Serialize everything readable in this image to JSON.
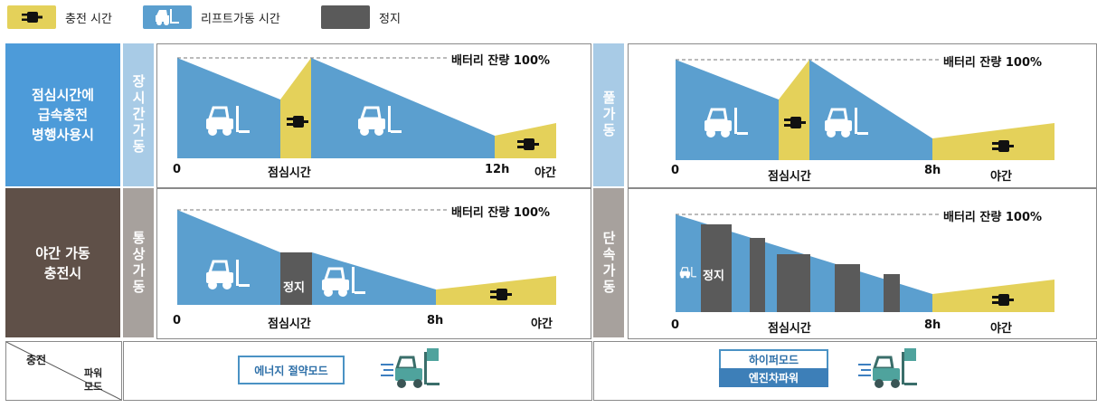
{
  "legend": {
    "charge": "충전 시간",
    "lift": "리프트가동 시간",
    "stop": "정지"
  },
  "rows": {
    "top": "점심시간에\n급속충전\n병행사용시",
    "bottom": "야간 가동\n충전시"
  },
  "vlabels": {
    "long": "장시간가동",
    "full": "풀가동",
    "normal": "통상가동",
    "short": "단속가동"
  },
  "panels": {
    "battery": "배터리 잔량 100%",
    "zero": "0",
    "lunch": "점심시간",
    "night": "야간",
    "stop": "정지",
    "h12": "12h",
    "h8": "8h"
  },
  "footer": {
    "charge": "충전",
    "power": "파워\n모드",
    "eco": "에너지 절약모드",
    "hyper": "하이퍼모드",
    "engine": "엔진차파워"
  },
  "colors": {
    "blue": "#5b9fcf",
    "yellow": "#e4d15a",
    "gray": "#5a5a5a",
    "rowTop": "#4d9bd9",
    "rowBottom": "#5f5048",
    "vBlue": "#a8cbe6",
    "vGray": "#a7a19d"
  }
}
